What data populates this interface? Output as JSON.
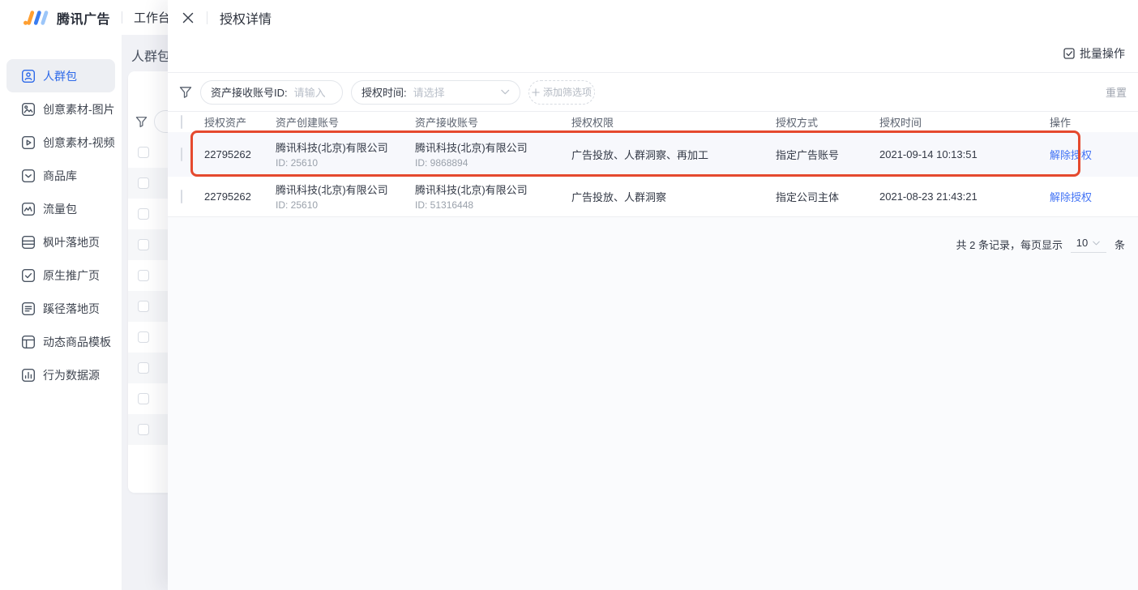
{
  "topbar": {
    "brand": "腾讯广告",
    "workspace": "工作台"
  },
  "sidebar": {
    "items": [
      {
        "label": "人群包",
        "icon": "audience-icon",
        "active": true
      },
      {
        "label": "创意素材-图片",
        "icon": "image-icon",
        "active": false
      },
      {
        "label": "创意素材-视频",
        "icon": "video-icon",
        "active": false
      },
      {
        "label": "商品库",
        "icon": "product-library-icon",
        "active": false
      },
      {
        "label": "流量包",
        "icon": "traffic-icon",
        "active": false
      },
      {
        "label": "枫叶落地页",
        "icon": "maple-page-icon",
        "active": false
      },
      {
        "label": "原生推广页",
        "icon": "native-page-icon",
        "active": false
      },
      {
        "label": "蹊径落地页",
        "icon": "path-page-icon",
        "active": false
      },
      {
        "label": "动态商品模板",
        "icon": "dynamic-template-icon",
        "active": false
      },
      {
        "label": "行为数据源",
        "icon": "behavior-data-icon",
        "active": false
      }
    ]
  },
  "underlay": {
    "title": "人群包",
    "checkbox_row_count": 10
  },
  "overlay": {
    "title": "授权详情",
    "batch_label": "批量操作",
    "filters": {
      "filter1_label": "资产接收账号ID:",
      "filter1_placeholder": "请输入",
      "filter2_label": "授权时间:",
      "filter2_placeholder": "请选择",
      "add_filter_label": "添加筛选项",
      "reset_label": "重置"
    },
    "table": {
      "headers": [
        "授权资产",
        "资产创建账号",
        "资产接收账号",
        "授权权限",
        "授权方式",
        "授权时间",
        "操作"
      ],
      "rows": [
        {
          "asset_id": "22795262",
          "creator_name": "腾讯科技(北京)有限公司",
          "creator_id": "ID: 25610",
          "receiver_name": "腾讯科技(北京)有限公司",
          "receiver_id": "ID: 9868894",
          "permissions": "广告投放、人群洞察、再加工",
          "method": "指定广告账号",
          "time": "2021-09-14 10:13:51",
          "action": "解除授权",
          "highlighted": true
        },
        {
          "asset_id": "22795262",
          "creator_name": "腾讯科技(北京)有限公司",
          "creator_id": "ID: 25610",
          "receiver_name": "腾讯科技(北京)有限公司",
          "receiver_id": "ID: 51316448",
          "permissions": "广告投放、人群洞察",
          "method": "指定公司主体",
          "time": "2021-08-23 21:43:21",
          "action": "解除授权",
          "highlighted": false
        }
      ]
    },
    "pagination": {
      "summary": "共 2 条记录，每页显示",
      "page_size": "10",
      "unit": "条"
    }
  },
  "colors": {
    "accent_blue": "#2e6ae9",
    "link_blue": "#4273f5",
    "annotation_red": "#e5492e",
    "logo_orange": "#ff9f31",
    "logo_blue": "#3a7df0",
    "logo_light_blue": "#9cc6f9"
  }
}
